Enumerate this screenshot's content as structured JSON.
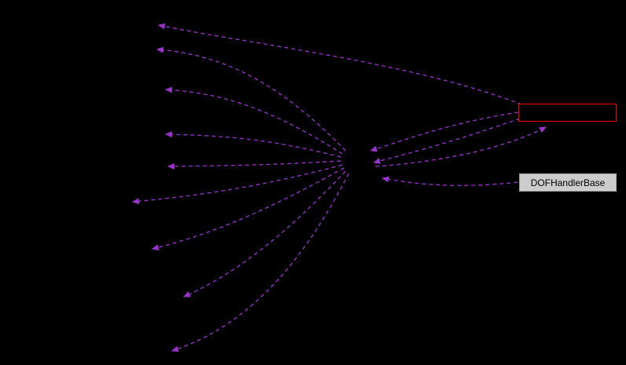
{
  "diagram": {
    "type": "collaboration-graph",
    "background_color": "#000000",
    "edge_color": "#9933cc",
    "edge_style": "dashed",
    "nodes": [
      {
        "id": "current-node",
        "label": "",
        "border_color": "#ff0000",
        "fill_color": "#000000"
      },
      {
        "id": "dofhandlerbase-node",
        "label": "DOFHandlerBase",
        "fill_color": "#cccccc",
        "text_color": "#000000"
      }
    ]
  }
}
